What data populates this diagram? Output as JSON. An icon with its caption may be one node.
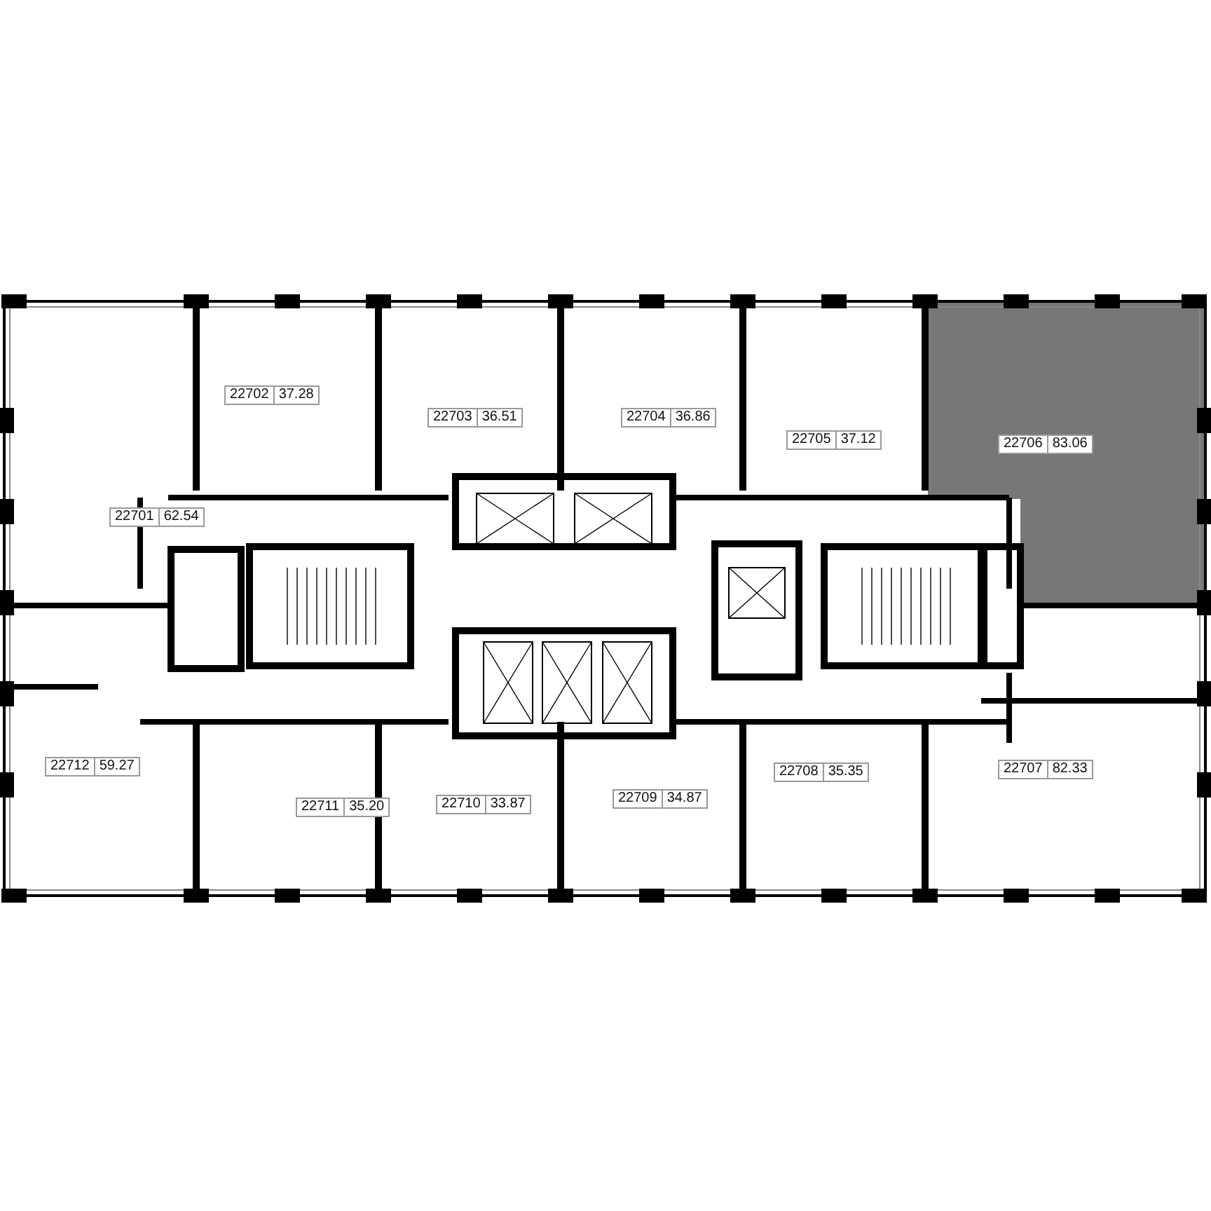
{
  "diagram": {
    "labels": [
      "22702",
      "37.28",
      "22703",
      "36.51",
      "22704",
      "36.86",
      "22705",
      "37.12",
      "22706",
      "83.06",
      "22701",
      "62.54",
      "22712",
      "59.27",
      "22711",
      "35.20",
      "22710",
      "33.87",
      "22709",
      "34.87",
      "22708",
      "35.35",
      "22707",
      "82.33"
    ]
  }
}
